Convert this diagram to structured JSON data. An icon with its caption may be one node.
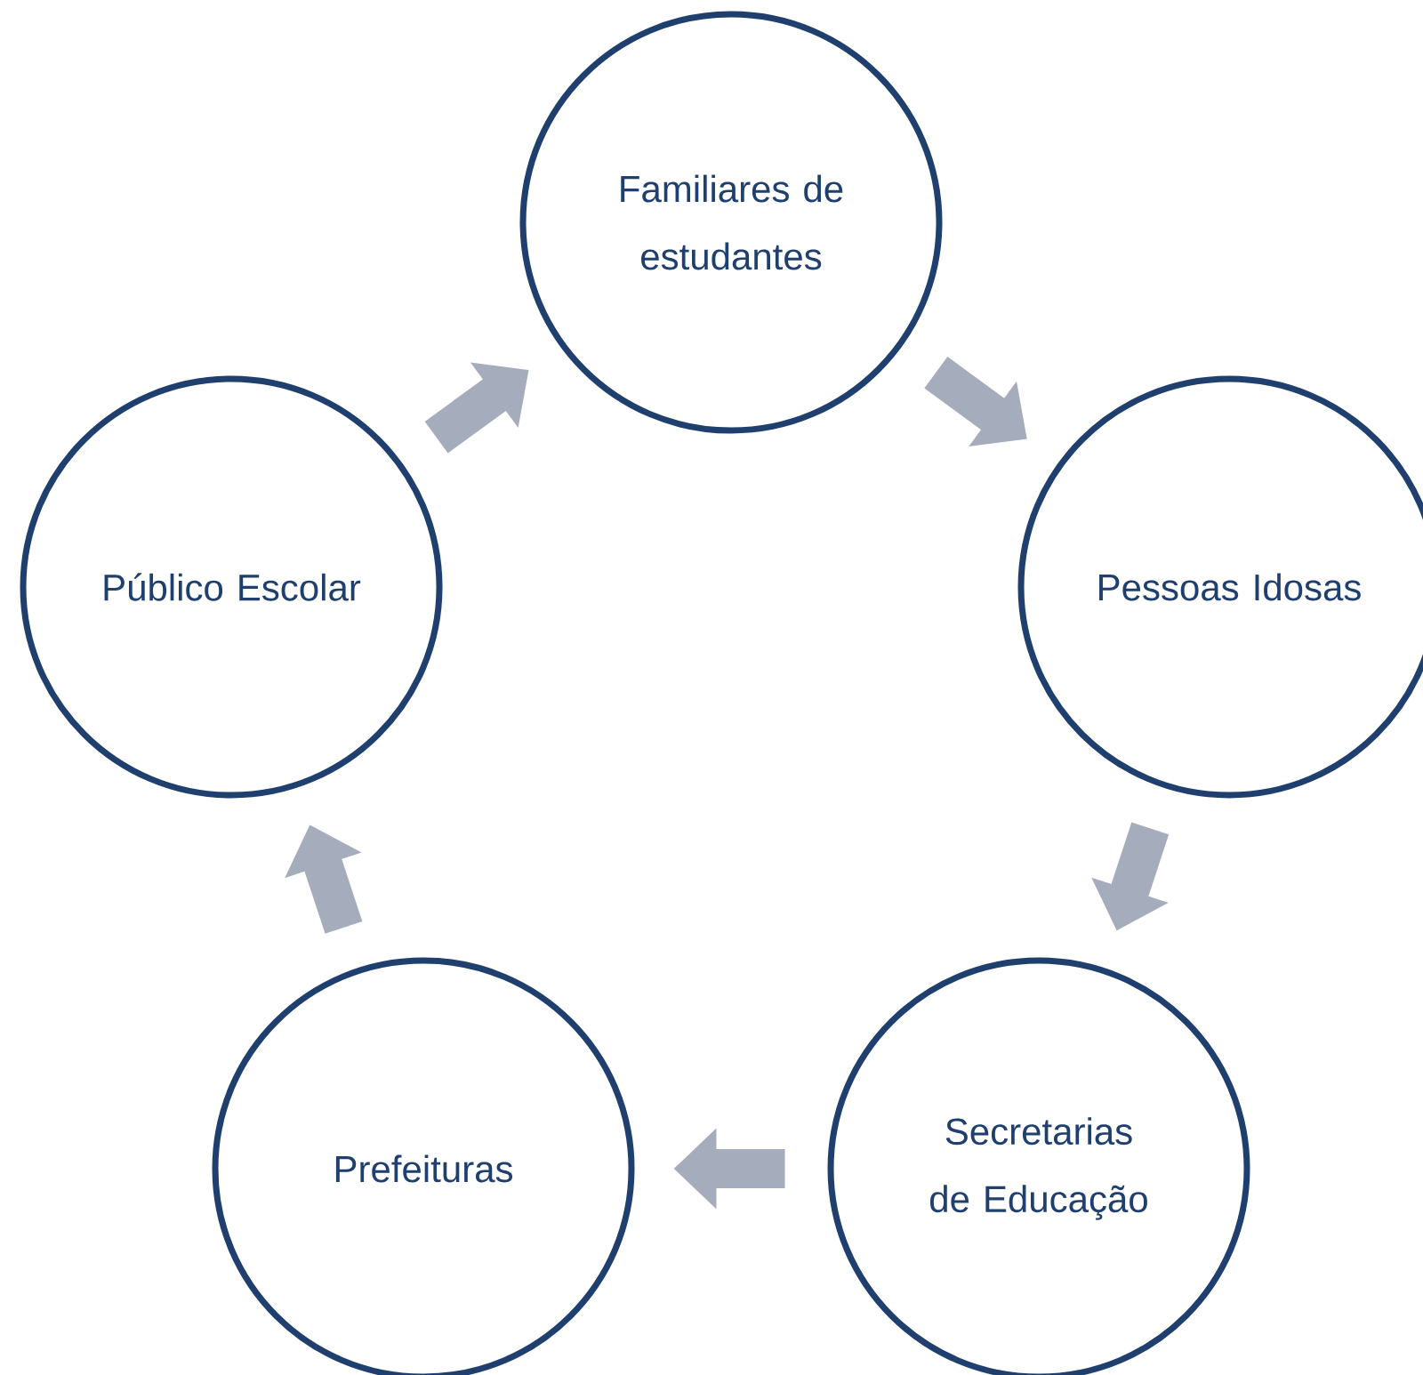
{
  "diagram": {
    "nodes": [
      {
        "text": [
          "Familiares de estudantes"
        ]
      },
      {
        "text": [
          "Pessoas Idosas"
        ]
      },
      {
        "text": [
          "Secretarias de Educação"
        ]
      },
      {
        "text": [
          "Prefeituras"
        ]
      },
      {
        "text": [
          "Público Escolar"
        ]
      }
    ],
    "edges": [
      {
        "from": 4,
        "to": 0,
        "arrow": "to"
      },
      {
        "from": 0,
        "to": 1,
        "arrow": "to"
      },
      {
        "from": 1,
        "to": 2,
        "arrow": "to"
      },
      {
        "from": 2,
        "to": 3,
        "arrow": "to"
      },
      {
        "from": 3,
        "to": 4,
        "arrow": "to"
      }
    ]
  }
}
